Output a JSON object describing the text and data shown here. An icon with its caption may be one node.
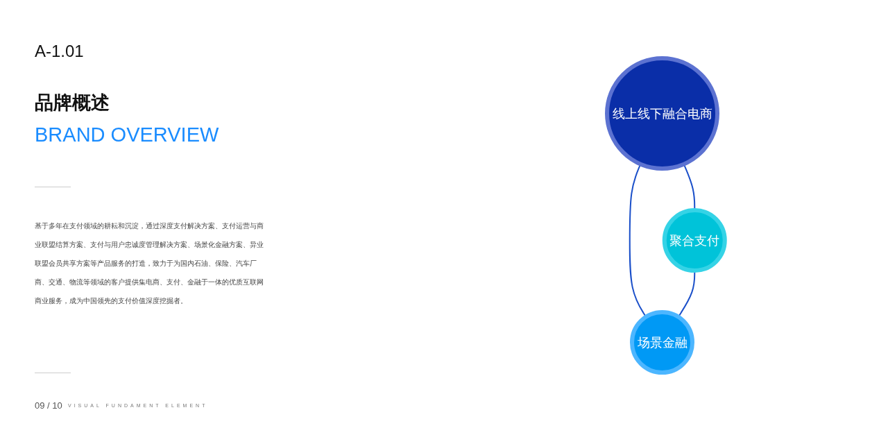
{
  "diagram": {
    "title": "品牌概述",
    "nodes": [
      {
        "text": [
          "线上线下融合电商"
        ]
      },
      {
        "text": [
          "聚合支付"
        ]
      },
      {
        "text": [
          "场景金融"
        ]
      }
    ],
    "edges": [
      {
        "from": 0,
        "to": 1,
        "arrow": "none"
      },
      {
        "from": 0,
        "to": 2,
        "arrow": "none"
      },
      {
        "from": 1,
        "to": 2,
        "arrow": "none"
      }
    ],
    "labels": [
      "A-1.01",
      "BRAND OVERVIEW",
      "基于多年在支付领域的耕耘和沉淀，通过深度支付解决方案、支付运营与商业联盟结算方案、支付与用户忠诚度管理解决方案、场景化金融方案、异业联盟会员共享方案等产品服务的打造，致力于为国内石油、保险、汽车厂商、交通、物流等领域的客户提供集电商、支付、金融于一体的优质互联网商业服务，成为中国领先的支付价值深度挖掘者。",
      "09 / 10",
      "VISUAL FUNDAMENT ELEMENT"
    ]
  }
}
